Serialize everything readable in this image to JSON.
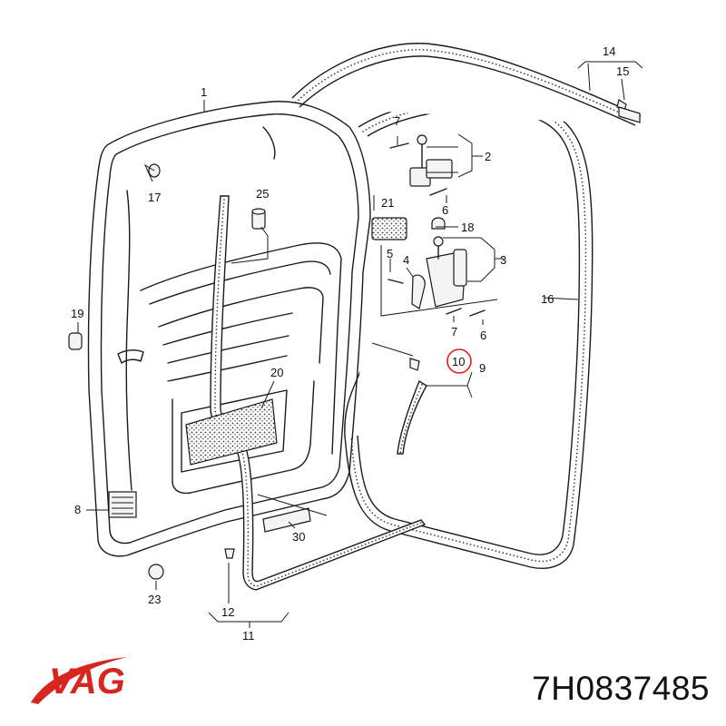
{
  "brand": {
    "name": "VAG",
    "color": "#d7261e"
  },
  "part_number": "7H0837485",
  "highlighted_callout": "10",
  "highlight_color": "#e0201c",
  "callouts": [
    {
      "id": "c1",
      "label": "1"
    },
    {
      "id": "c2",
      "label": "2"
    },
    {
      "id": "c3",
      "label": "3"
    },
    {
      "id": "c4",
      "label": "4"
    },
    {
      "id": "c5",
      "label": "5"
    },
    {
      "id": "c6a",
      "label": "6"
    },
    {
      "id": "c6b",
      "label": "6"
    },
    {
      "id": "c7a",
      "label": "7"
    },
    {
      "id": "c7b",
      "label": "7"
    },
    {
      "id": "c8",
      "label": "8"
    },
    {
      "id": "c9",
      "label": "9"
    },
    {
      "id": "c10",
      "label": "10"
    },
    {
      "id": "c11",
      "label": "11"
    },
    {
      "id": "c12",
      "label": "12"
    },
    {
      "id": "c14",
      "label": "14"
    },
    {
      "id": "c15",
      "label": "15"
    },
    {
      "id": "c16",
      "label": "16"
    },
    {
      "id": "c17",
      "label": "17"
    },
    {
      "id": "c18",
      "label": "18"
    },
    {
      "id": "c19",
      "label": "19"
    },
    {
      "id": "c20",
      "label": "20"
    },
    {
      "id": "c21",
      "label": "21"
    },
    {
      "id": "c23",
      "label": "23"
    },
    {
      "id": "c25",
      "label": "25"
    },
    {
      "id": "c30",
      "label": "30"
    }
  ]
}
